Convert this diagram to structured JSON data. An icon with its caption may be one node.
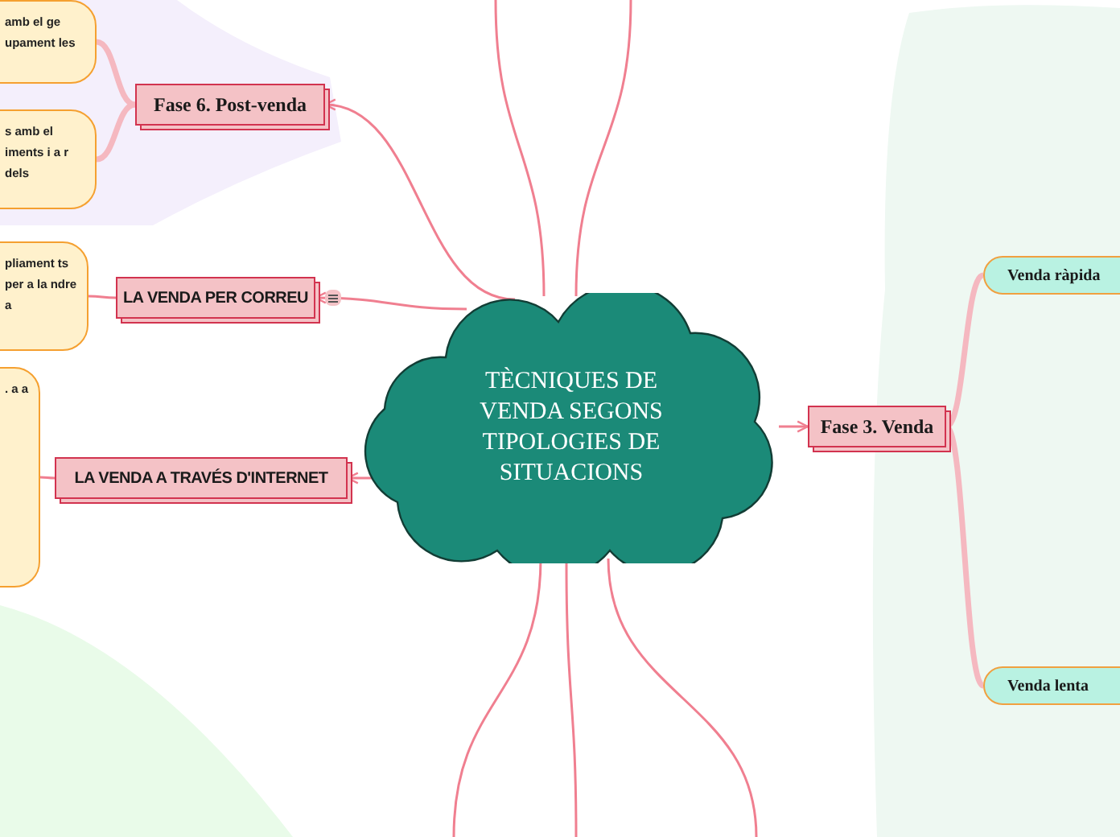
{
  "diagram": {
    "nodes": [
      {
        "text": [
          "TÈCNIQUES DE VENDA SEGONS TIPOLOGIES DE SITUACIONS"
        ]
      },
      {
        "text": [
          "Fase 6. Post-venda"
        ]
      },
      {
        "text": [
          "amb el ge upament les"
        ]
      },
      {
        "text": [
          "s amb el iments i a r dels"
        ]
      },
      {
        "text": [
          "LA VENDA PER CORREU"
        ]
      },
      {
        "text": [
          "pliament ts per a la ndre a"
        ]
      },
      {
        "text": [
          "LA VENDA A TRAVÉS D'INTERNET"
        ]
      },
      {
        "text": [
          ". a a"
        ]
      },
      {
        "text": [
          "Fase 3. Venda"
        ]
      },
      {
        "text": [
          "Venda ràpida"
        ]
      },
      {
        "text": [
          "Venda lenta"
        ]
      }
    ],
    "edges": [
      {
        "from": 0,
        "to": 1,
        "arrow": "to"
      },
      {
        "from": 0,
        "to": 4,
        "arrow": "to"
      },
      {
        "from": 0,
        "to": 6,
        "arrow": "to"
      },
      {
        "from": 0,
        "to": 8,
        "arrow": "to"
      },
      {
        "from": 8,
        "to": 9,
        "arrow": "none",
        "style": "thick",
        "color": "#f5b8c0"
      },
      {
        "from": 8,
        "to": 10,
        "arrow": "none",
        "style": "thick",
        "color": "#f5b8c0"
      },
      {
        "from": 1,
        "to": 2,
        "arrow": "none",
        "style": "thick",
        "color": "#f5b8c0"
      },
      {
        "from": 1,
        "to": 3,
        "arrow": "none",
        "style": "thick",
        "color": "#f5b8c0"
      },
      {
        "from": 4,
        "to": 5,
        "arrow": "none"
      },
      {
        "from": 6,
        "to": 7,
        "arrow": "none"
      },
      {
        "from": 0,
        "to": null,
        "arrow": "none"
      },
      {
        "from": 0,
        "to": null,
        "arrow": "none"
      },
      {
        "from": 0,
        "to": null,
        "arrow": "none"
      },
      {
        "from": 0,
        "to": null,
        "arrow": "none"
      },
      {
        "from": 0,
        "to": null,
        "arrow": "none"
      }
    ]
  }
}
